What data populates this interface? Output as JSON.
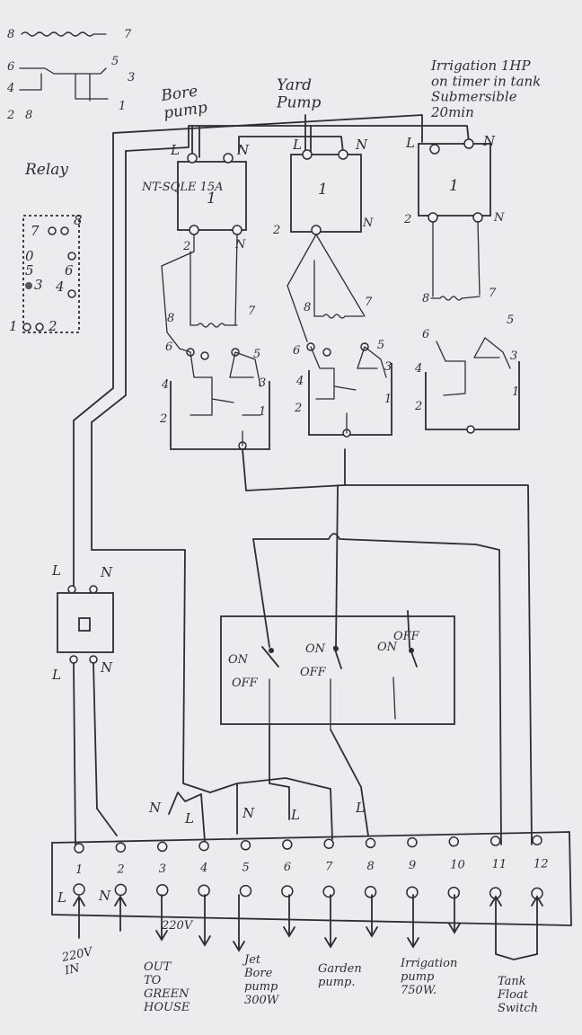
{
  "legend": {
    "pins_top": [
      "8",
      "7"
    ],
    "pins_mid_left": [
      "6",
      "4"
    ],
    "pins_mid_right": [
      "5",
      "3"
    ],
    "pins_bottom": [
      "2",
      "8",
      "1"
    ]
  },
  "relay_label": "Relay",
  "relay_pins": [
    "7",
    "8",
    "0",
    "5",
    "6",
    "3",
    "4",
    "1",
    "2"
  ],
  "title_bore": "Bore pump",
  "title_yard": "Yard Pump",
  "title_irrigation": "Irrigation 1HP on timer in tank Submersible 20min",
  "timer1_note": "NT-SQLE 15A",
  "timer_labels": {
    "L": "L",
    "N": "N",
    "one": "1",
    "two": "2",
    "seven": "7",
    "eight": "8",
    "four": "4",
    "five": "5",
    "six": "6",
    "three": "3"
  },
  "breaker": {
    "L": "L",
    "N": "N"
  },
  "switches": [
    {
      "on": "ON",
      "off": "OFF"
    },
    {
      "on": "ON",
      "off": "OFF"
    },
    {
      "on": "ON",
      "off": "OFF"
    }
  ],
  "wire_labels": [
    "N",
    "L",
    "N",
    "L",
    "L"
  ],
  "terminals": [
    "1",
    "2",
    "3",
    "4",
    "5",
    "6",
    "7",
    "8",
    "9",
    "10",
    "11",
    "12"
  ],
  "terminal_ln": [
    "L",
    "N"
  ],
  "outputs": {
    "in": "220V IN",
    "greenhouse_volt": "220V",
    "greenhouse": "OUT TO GREEN HOUSE",
    "jet": "Jet Bore pump 300W",
    "garden": "Garden pump.",
    "irrigation": "Irrigation pump 750W.",
    "float": "Tank Float Switch"
  }
}
